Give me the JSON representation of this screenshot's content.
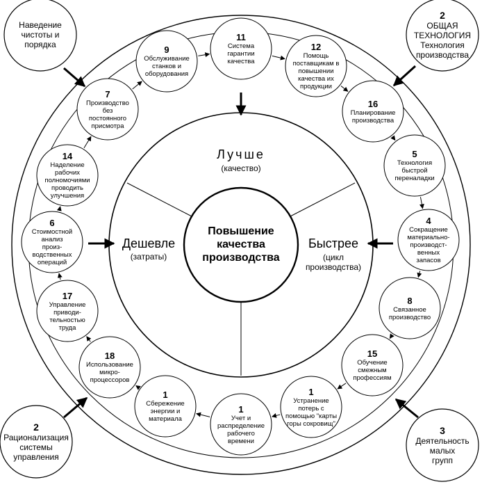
{
  "center": {
    "title": "Повышение качества производства",
    "lines": [
      "Повышение",
      "качества",
      "производства"
    ]
  },
  "sectors": {
    "top": {
      "title": "Лучше",
      "subtitle": "(качество)"
    },
    "left": {
      "title": "Дешевле",
      "subtitle": "(затраты)"
    },
    "right": {
      "title": "Быстрее",
      "subtitle": "(цикл производства)",
      "sub_lines": [
        "(цикл",
        "производства)"
      ]
    }
  },
  "nodes": [
    {
      "id": "n11",
      "number": "11",
      "text": "Система\nгарантии\nкачества"
    },
    {
      "id": "n12",
      "number": "12",
      "text": "Помощь\nпоставщикам в\nповышении\nкачества их\nпродукции"
    },
    {
      "id": "n16",
      "number": "16",
      "text": "Планирование\nпроизводства"
    },
    {
      "id": "n5",
      "number": "5",
      "text": "Технология\nбыстрой\nпереналадки"
    },
    {
      "id": "n4",
      "number": "4",
      "text": "Сокращение\nматериально-\nпроизводст-\nвенных\nзапасов"
    },
    {
      "id": "n8",
      "number": "8",
      "text": "Связанное\nпроизводство"
    },
    {
      "id": "n15",
      "number": "15",
      "text": "Обучение\nсмежным\nпрофессиям"
    },
    {
      "id": "n1c",
      "number": "1",
      "text": "Устранение\nпотерь с\nпомощью \"карты\nгоры сокровищ\""
    },
    {
      "id": "n1b",
      "number": "1",
      "text": "Учет и\nраспределение\nрабочего\nвремени"
    },
    {
      "id": "n1a",
      "number": "1",
      "text": "Сбережение\nэнергии и\nматериала"
    },
    {
      "id": "n18",
      "number": "18",
      "text": "Использование\nмикро-\nпроцессоров"
    },
    {
      "id": "n17",
      "number": "17",
      "text": "Управление\nприводи-\nтельностью\nтруда"
    },
    {
      "id": "n6",
      "number": "6",
      "text": "Стоимостной\nанализ\nпроиз-\nводственных\nопераций"
    },
    {
      "id": "n14",
      "number": "14",
      "text": "Наделение\nрабочих\nполномочиями\nпроводить\nулучшения"
    },
    {
      "id": "n7",
      "number": "7",
      "text": "Производство\nбез\nпостоянного\nприсмотра"
    },
    {
      "id": "n9",
      "number": "9",
      "text": "Обслуживание\nстанков и\nоборудования"
    }
  ],
  "corners": [
    {
      "id": "tl",
      "number": "",
      "text": "Наведение\nчистоты и\nпорядка"
    },
    {
      "id": "tr",
      "number": "2",
      "text": "ОБЩАЯ\nТЕХНОЛОГИЯ\nТехнология\nпроизводства"
    },
    {
      "id": "bl",
      "number": "2",
      "text": "Рационализация\nсистемы\nуправления"
    },
    {
      "id": "br",
      "number": "3",
      "text": "Деятельность\nмалых\nгрупп"
    }
  ]
}
